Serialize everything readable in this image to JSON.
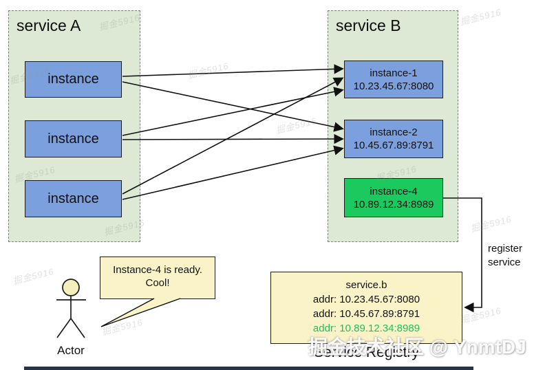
{
  "diagram": {
    "service_a": {
      "title": "service A",
      "instances": [
        {
          "id": "a1",
          "label": "instance"
        },
        {
          "id": "a2",
          "label": "instance"
        },
        {
          "id": "a3",
          "label": "instance"
        }
      ]
    },
    "service_b": {
      "title": "service B",
      "instances": [
        {
          "id": "b1",
          "name": "instance-1",
          "addr": "10.23.45.67:8080",
          "state": "normal"
        },
        {
          "id": "b2",
          "name": "instance-2",
          "addr": "10.45.67.89:8791",
          "state": "normal"
        },
        {
          "id": "b4",
          "name": "instance-4",
          "addr": "10.89.12.34:8989",
          "state": "new"
        }
      ]
    },
    "connections": [
      {
        "from": "a1",
        "to": "b1"
      },
      {
        "from": "a1",
        "to": "b2"
      },
      {
        "from": "a2",
        "to": "b1"
      },
      {
        "from": "a2",
        "to": "b2"
      },
      {
        "from": "a3",
        "to": "b1"
      },
      {
        "from": "a3",
        "to": "b2"
      }
    ],
    "register_label": {
      "line1": "register",
      "line2": "service"
    },
    "registry": {
      "title": "Service Registry",
      "service_name": "service.b",
      "entries": [
        {
          "text": "addr: 10.23.45.67:8080",
          "highlight": false
        },
        {
          "text": "addr: 10.45.67.89:8791",
          "highlight": false
        },
        {
          "text": "addr: 10.89.12.34:8989",
          "highlight": true
        }
      ]
    },
    "actor": {
      "label": "Actor",
      "speech": [
        "Instance-4 is ready.",
        "Cool!"
      ]
    }
  },
  "watermark": {
    "tile": "掘金5916",
    "brand": "掘金技术社区 @ YnmtDJ"
  },
  "colors": {
    "instance_blue": "#7ba0dd",
    "instance_new_green": "#1cc95f",
    "container_green": "#dde9d5",
    "note_yellow": "#faf3c7",
    "highlight_text_green": "#1fbf5e",
    "line_black": "#111111"
  }
}
